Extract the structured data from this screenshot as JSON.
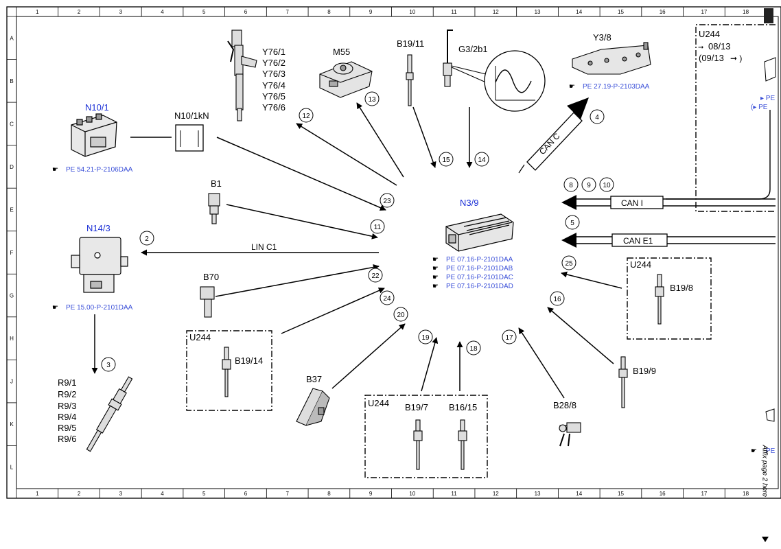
{
  "frame": {
    "columns": [
      "1",
      "2",
      "3",
      "4",
      "5",
      "6",
      "7",
      "8",
      "9",
      "10",
      "11",
      "12",
      "13",
      "14",
      "15",
      "16",
      "17",
      "18"
    ],
    "rows": [
      "A",
      "B",
      "C",
      "D",
      "E",
      "F",
      "G",
      "H",
      "J",
      "K",
      "L"
    ]
  },
  "center": {
    "label": "N3/9",
    "refs": [
      "PE 07.16-P-2101DAA",
      "PE 07.16-P-2101DAB",
      "PE 07.16-P-2101DAC",
      "PE 07.16-P-2101DAD"
    ]
  },
  "components": {
    "n10_1": {
      "label": "N10/1",
      "ref": "PE 54.21-P-2106DAA"
    },
    "n10_1kn": {
      "label": "N10/1kN"
    },
    "y76": {
      "labels": [
        "Y76/1",
        "Y76/2",
        "Y76/3",
        "Y76/4",
        "Y76/5",
        "Y76/6"
      ]
    },
    "m55": {
      "label": "M55"
    },
    "b19_11": {
      "label": "B19/11"
    },
    "g3_2b1": {
      "label": "G3/2b1"
    },
    "y3_8": {
      "label": "Y3/8",
      "ref": "PE 27.19-P-2103DAA"
    },
    "u244_top": {
      "label": "U244",
      "lines": [
        "08/13",
        "(09/13",
        "▸ PE",
        "(▸ PE"
      ]
    },
    "b1": {
      "label": "B1"
    },
    "n14_3": {
      "label": "N14/3",
      "ref": "PE 15.00-P-2101DAA"
    },
    "r9": {
      "labels": [
        "R9/1",
        "R9/2",
        "R9/3",
        "R9/4",
        "R9/5",
        "R9/6"
      ]
    },
    "b70": {
      "label": "B70"
    },
    "u244_b19_14": {
      "label": "U244",
      "sensor": "B19/14"
    },
    "b37": {
      "label": "B37"
    },
    "u244_bottom": {
      "label": "U244",
      "sensors": [
        "B19/7",
        "B16/15"
      ]
    },
    "b28_8": {
      "label": "B28/8"
    },
    "b19_9": {
      "label": "B19/9"
    },
    "u244_b19_8": {
      "label": "U244",
      "sensor": "B19/8"
    },
    "right_edge_ref": {
      "label": "PE"
    }
  },
  "buses": {
    "can_c": "CAN C",
    "can_i": "CAN I",
    "can_e1": "CAN E1",
    "lin_c1": "LIN C1"
  },
  "numbers": {
    "n1": "2",
    "n2": "3",
    "n3": "4",
    "n4": "5",
    "n5": "8",
    "n6": "9",
    "n7": "10",
    "n8": "11",
    "n9": "12",
    "n10": "13",
    "n11": "14",
    "n12": "15",
    "n13": "16",
    "n14": "17",
    "n15": "18",
    "n16": "19",
    "n17": "20",
    "n18": "22",
    "n19": "23",
    "n20": "24",
    "n21": "25"
  },
  "affix_note": "Affix page 2 here",
  "colors": {
    "label_blue": "#1a2fd6",
    "ref_blue": "#3a4fd8",
    "line": "#000000"
  }
}
